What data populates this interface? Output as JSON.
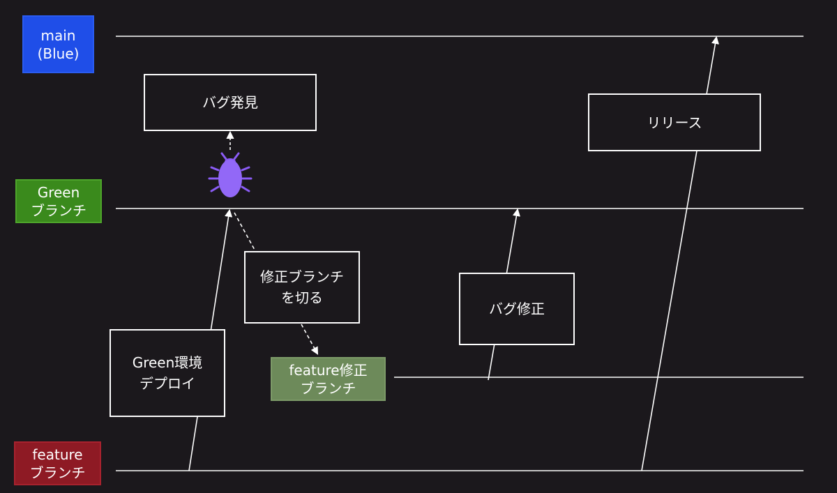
{
  "branches": {
    "main": {
      "label": "main\n(Blue)",
      "color": "#1f4ee8"
    },
    "green": {
      "label": "Green\nブランチ",
      "color": "#3a8a1c"
    },
    "feature": {
      "label": "feature\nブランチ",
      "color": "#8e1a24"
    },
    "feature_fix": {
      "label": "feature修正\nブランチ",
      "color": "#6d8a5a"
    }
  },
  "boxes": {
    "bug_found": "バグ発見",
    "release": "リリース",
    "cut_fix_branch": "修正ブランチ\nを切る",
    "bug_fix": "バグ修正",
    "green_deploy": "Green環境\nデプロイ"
  },
  "icons": {
    "bug": "bug-icon"
  },
  "colors": {
    "background": "#1b181c",
    "line": "#ffffff",
    "bug_purple": "#8b5cf6"
  }
}
